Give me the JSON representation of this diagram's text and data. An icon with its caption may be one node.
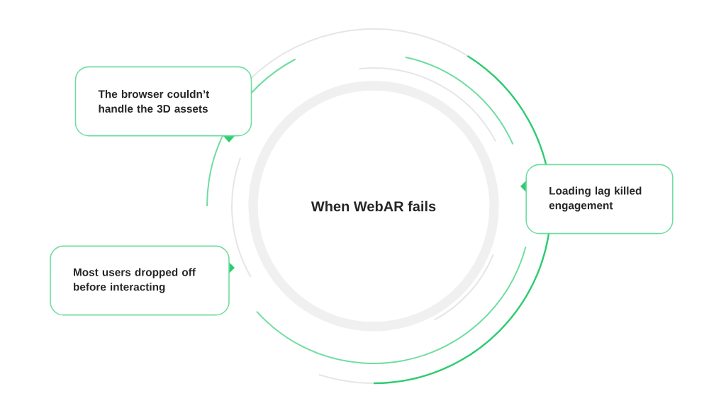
{
  "diagram": {
    "nodes": [
      {
        "text": [
          "When WebAR fails"
        ]
      },
      {
        "text": [
          "The browser couldn’t handle the 3D assets"
        ]
      },
      {
        "text": [
          "Loading lag killed engagement"
        ]
      },
      {
        "text": [
          "Most users dropped off before interacting"
        ]
      }
    ]
  }
}
